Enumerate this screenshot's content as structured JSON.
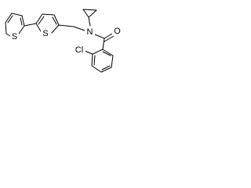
{
  "structure": {
    "atoms": {
      "s1": "S",
      "s2": "S",
      "n": "N",
      "o": "O",
      "cl": "Cl"
    }
  },
  "colors": {
    "bond": "#000000",
    "label": "#000000",
    "background": "#ffffff"
  }
}
